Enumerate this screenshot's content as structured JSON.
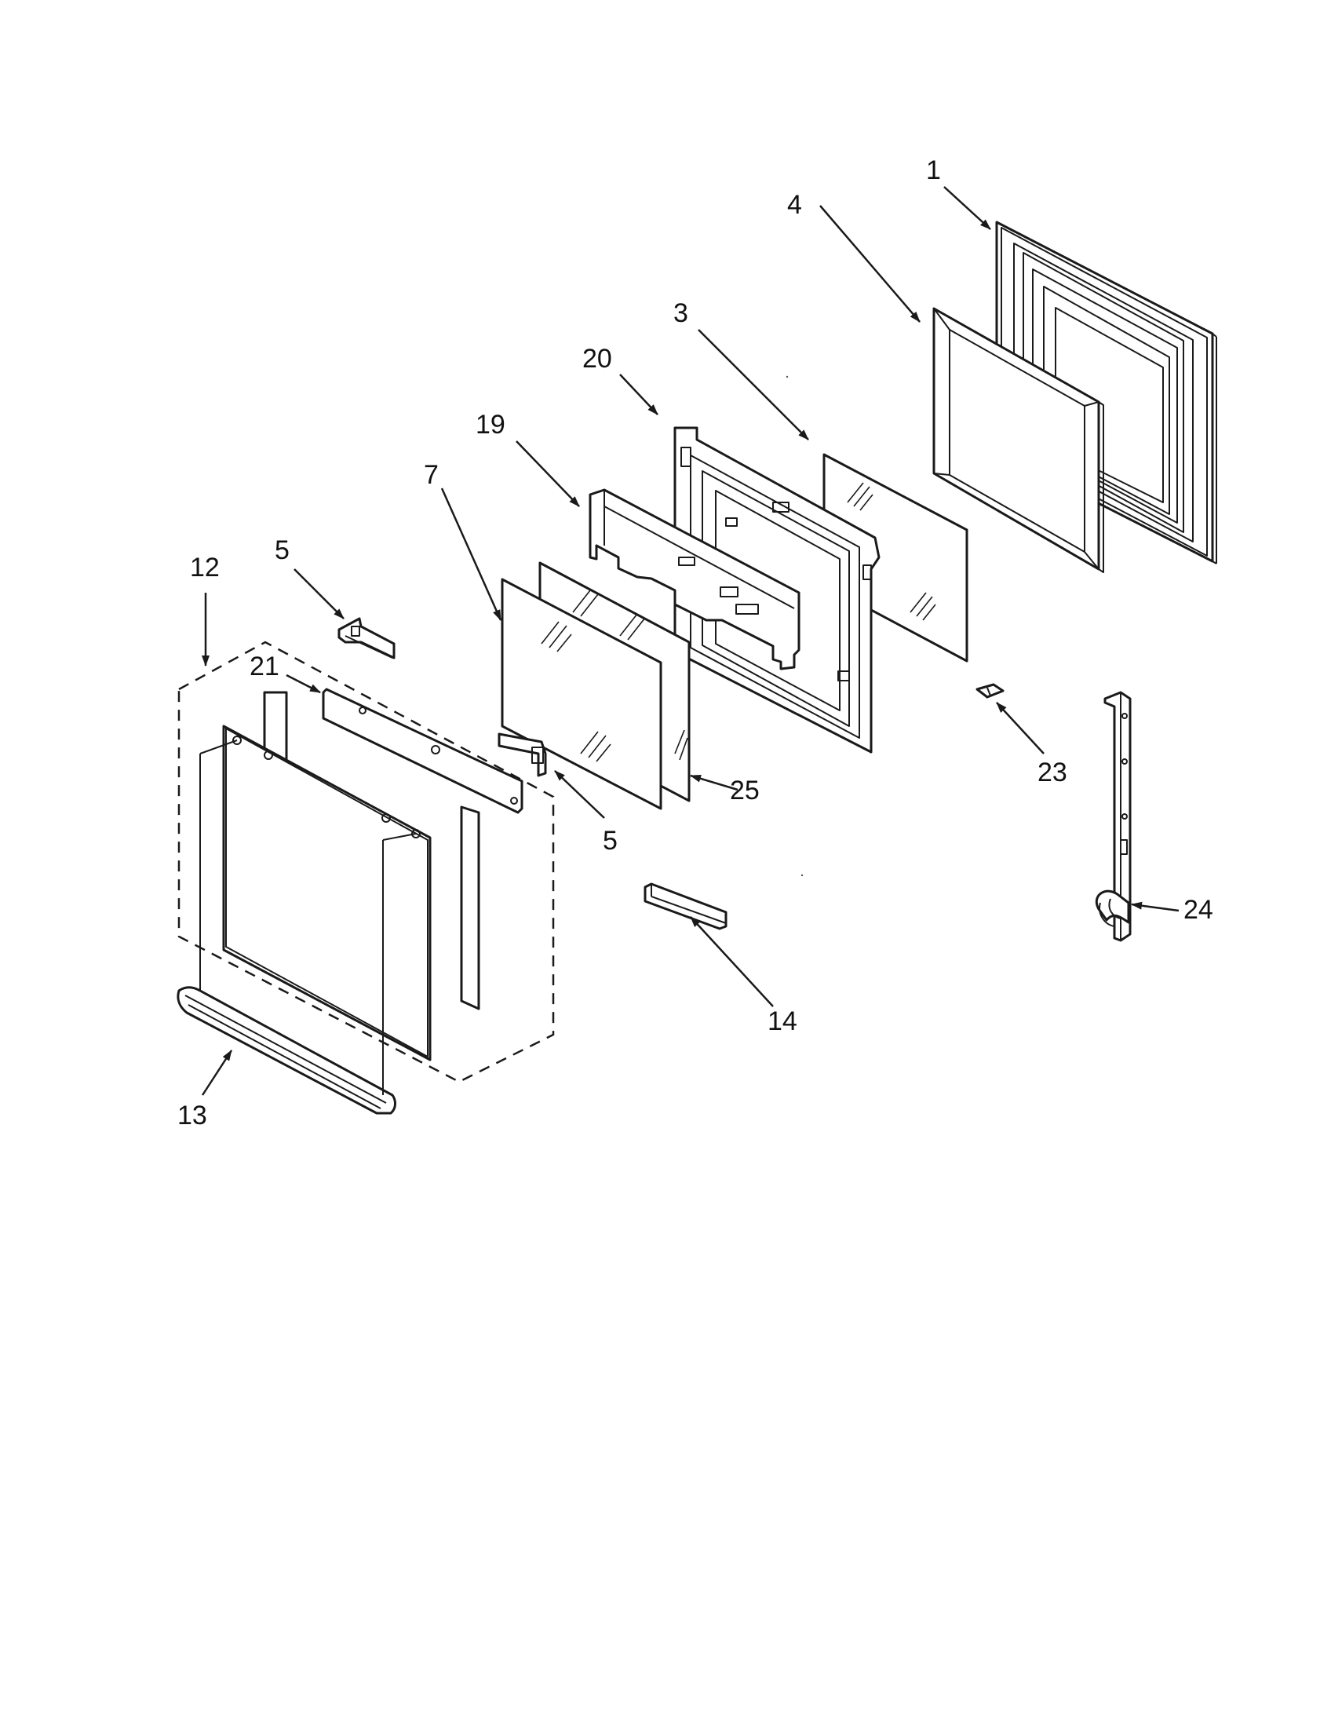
{
  "diagram": {
    "callouts": [
      {
        "id": "c1",
        "label": "1"
      },
      {
        "id": "c4",
        "label": "4"
      },
      {
        "id": "c3",
        "label": "3"
      },
      {
        "id": "c20",
        "label": "20"
      },
      {
        "id": "c19",
        "label": "19"
      },
      {
        "id": "c7",
        "label": "7"
      },
      {
        "id": "c12",
        "label": "12"
      },
      {
        "id": "c5a",
        "label": "5"
      },
      {
        "id": "c21",
        "label": "21"
      },
      {
        "id": "c5b",
        "label": "5"
      },
      {
        "id": "c25",
        "label": "25"
      },
      {
        "id": "c23",
        "label": "23"
      },
      {
        "id": "c24",
        "label": "24"
      },
      {
        "id": "c14",
        "label": "14"
      },
      {
        "id": "c13",
        "label": "13"
      }
    ]
  }
}
